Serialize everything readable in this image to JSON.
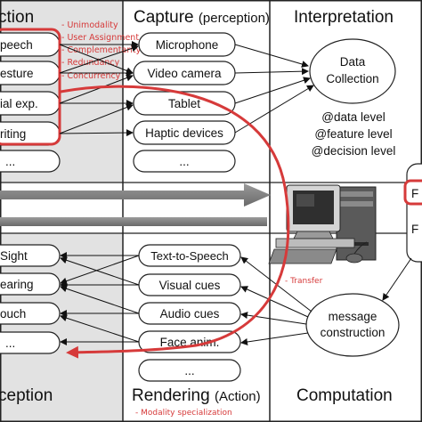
{
  "headers": {
    "top_left": "ction",
    "capture": "Capture",
    "capture_sub": "(perception)",
    "interpretation": "Interpretation",
    "bottom_left": "ception",
    "rendering": "Rendering",
    "rendering_sub": "(Action)",
    "computation": "Computation"
  },
  "left_top_items": [
    "peech",
    "esture",
    "ial exp.",
    "riting",
    "..."
  ],
  "capture_items": [
    "Microphone",
    "Video camera",
    "Tablet",
    "Haptic devices",
    "..."
  ],
  "interpretation": {
    "data_collection": "Data Collection",
    "levels": [
      "@data level",
      "@feature level",
      "@decision level"
    ]
  },
  "fusion_partial": [
    "F",
    "F"
  ],
  "left_bottom_items": [
    "Sight",
    "earing",
    "ouch",
    "..."
  ],
  "rendering_items": [
    "Text-to-Speech",
    "Visual cues",
    "Audio cues",
    "Face anim.",
    "..."
  ],
  "message_construction": "message construction",
  "red_notes": {
    "modalities": [
      "- Unimodality",
      "- User Assignment",
      "- Complementarity",
      "- Redundancy",
      "- Concurrency"
    ],
    "transfer": "- Transfer",
    "specialization": "- Modality specialization"
  },
  "colors": {
    "accent_red": "#d63a3a",
    "left_band": "#e2e2e2",
    "arrow_gray": "#8a8a8a"
  }
}
